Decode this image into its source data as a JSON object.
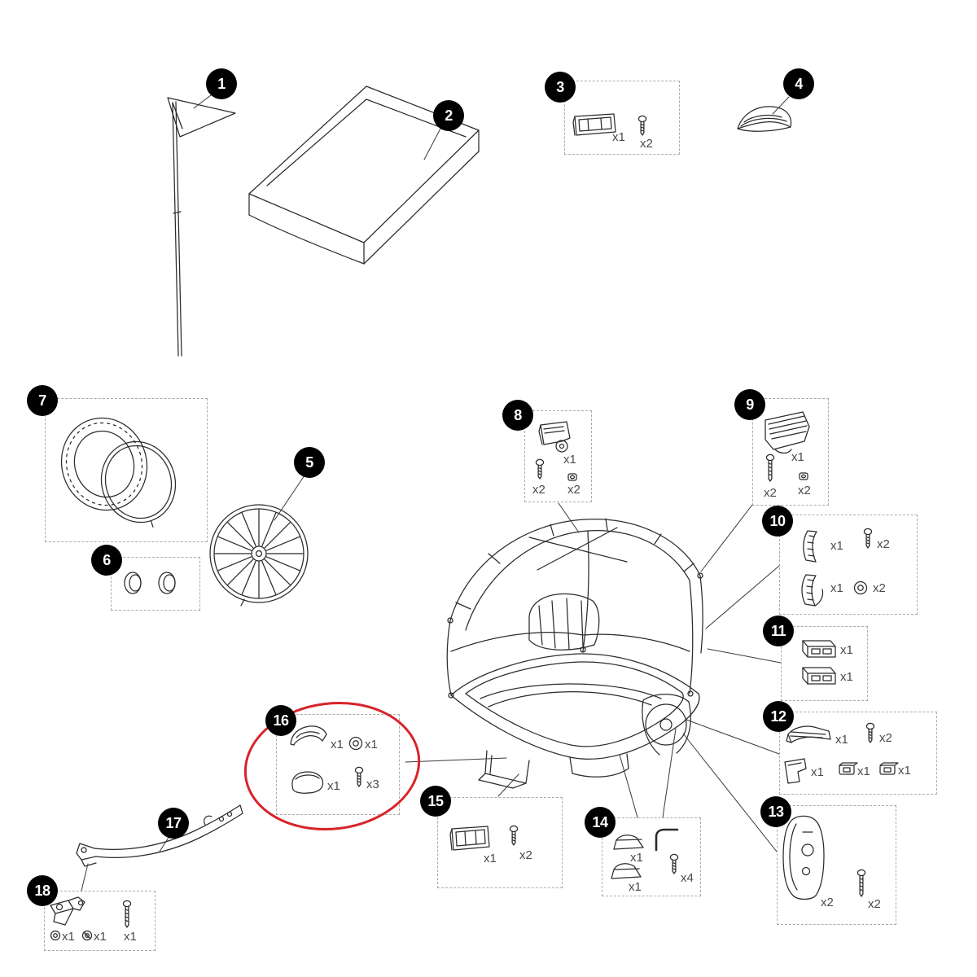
{
  "diagram": {
    "kind": "exploded-parts-diagram",
    "subject": "child-bike-trailer-spare-parts",
    "highlight": {
      "part_number": "16",
      "color": "#d8232a"
    },
    "badge_style": {
      "background": "#000000",
      "text": "#ffffff"
    },
    "parts": {
      "p1": {
        "number": "1",
        "label": "safety flag"
      },
      "p2": {
        "number": "2",
        "label": "storage tray"
      },
      "p3": {
        "number": "3",
        "items": [
          {
            "icon": "latch-plate-icon",
            "qty": "x1"
          },
          {
            "icon": "screw-icon",
            "qty": "x2"
          }
        ]
      },
      "p4": {
        "number": "4",
        "label": "cover cap"
      },
      "p5": {
        "number": "5",
        "label": "spoked wheel"
      },
      "p6": {
        "number": "6",
        "label": "hub caps"
      },
      "p7": {
        "number": "7",
        "label": "tire and inner tube"
      },
      "p8": {
        "number": "8",
        "items": [
          {
            "icon": "roller-bracket-icon",
            "qty": "x1"
          },
          {
            "icon": "screw-icon",
            "qty": "x2"
          },
          {
            "icon": "nut-icon",
            "qty": "x2"
          }
        ]
      },
      "p9": {
        "number": "9",
        "items": [
          {
            "icon": "mount-bracket-icon",
            "qty": "x1"
          },
          {
            "icon": "screw-icon",
            "qty": "x2"
          },
          {
            "icon": "nut-icon",
            "qty": "x2"
          }
        ]
      },
      "p10": {
        "number": "10",
        "items": [
          {
            "icon": "retainer-clip-icon",
            "qty": "x1"
          },
          {
            "icon": "screw-icon",
            "qty": "x2"
          },
          {
            "icon": "hook-clip-icon",
            "qty": "x1"
          },
          {
            "icon": "washer-icon",
            "qty": "x2"
          }
        ]
      },
      "p11": {
        "number": "11",
        "items": [
          {
            "icon": "channel-clip-icon",
            "qty": "x1"
          },
          {
            "icon": "channel-clip-icon",
            "qty": "x1"
          }
        ]
      },
      "p12": {
        "number": "12",
        "items": [
          {
            "icon": "jaw-bracket-icon",
            "qty": "x1"
          },
          {
            "icon": "screw-icon",
            "qty": "x2"
          },
          {
            "icon": "corner-bracket-icon",
            "qty": "x1"
          },
          {
            "icon": "small-clip-icon",
            "qty": "x1"
          },
          {
            "icon": "small-clip-icon",
            "qty": "x1"
          }
        ]
      },
      "p13": {
        "number": "13",
        "items": [
          {
            "icon": "wheel-cover-icon",
            "qty": "x2"
          },
          {
            "icon": "screw-icon",
            "qty": "x2"
          }
        ]
      },
      "p14": {
        "number": "14",
        "items": [
          {
            "icon": "wedge-icon",
            "qty": "x1"
          },
          {
            "icon": "hex-key-icon"
          },
          {
            "icon": "wedge-icon",
            "qty": "x1"
          },
          {
            "icon": "screw-icon",
            "qty": "x4"
          }
        ]
      },
      "p15": {
        "number": "15",
        "items": [
          {
            "icon": "latch-plate-icon",
            "qty": "x1"
          },
          {
            "icon": "screw-icon",
            "qty": "x2"
          }
        ]
      },
      "p16": {
        "number": "16",
        "items": [
          {
            "icon": "corner-bumper-icon",
            "qty": "x1"
          },
          {
            "icon": "washer-icon",
            "qty": "x1"
          },
          {
            "icon": "end-cap-icon",
            "qty": "x1"
          },
          {
            "icon": "screw-icon",
            "qty": "x3"
          }
        ]
      },
      "p17": {
        "number": "17",
        "label": "tow bar"
      },
      "p18": {
        "number": "18",
        "items": [
          {
            "icon": "hitch-assembly-icon"
          },
          {
            "icon": "washer-icon",
            "qty": "x1"
          },
          {
            "icon": "washer-icon",
            "qty": "x1"
          },
          {
            "icon": "screw-icon",
            "qty": "x1"
          }
        ]
      }
    }
  }
}
